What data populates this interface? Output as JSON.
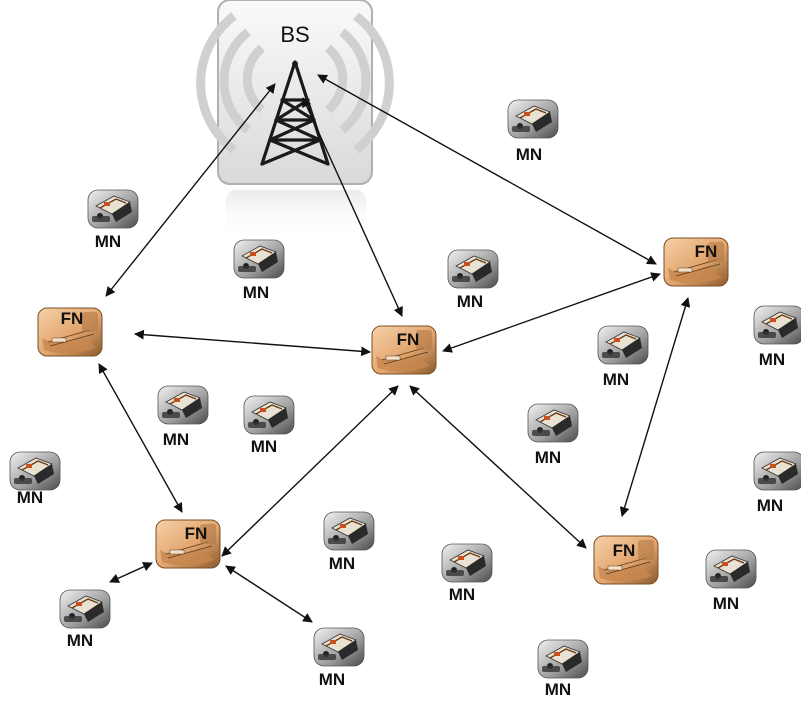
{
  "base_station": {
    "label": "BS",
    "icon": "radio-tower-icon"
  },
  "fog_node_label": "FN",
  "mobile_node_label": "MN",
  "icons": {
    "fog_node": "fog-node-device-icon",
    "mobile_node": "mobile-node-device-icon"
  },
  "colors": {
    "arrow": "#111111",
    "fn_fill": "#e8b07a",
    "mn_fill": "#9a9a9a"
  }
}
